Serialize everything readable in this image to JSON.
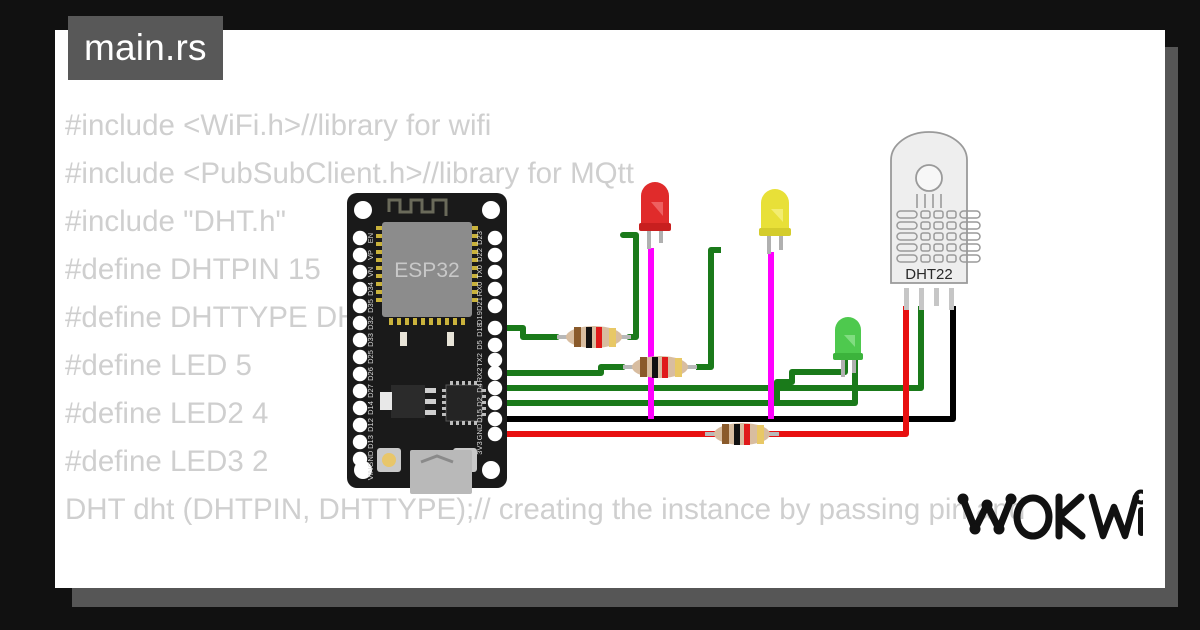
{
  "window": {
    "background_color": "#111111",
    "shadow_color": "#565656",
    "card_color": "#ffffff"
  },
  "file_tab": {
    "label": "main.rs",
    "background_color": "#585858",
    "text_color": "#ffffff"
  },
  "code": {
    "text_color": "#cfcfcf",
    "lines": [
      "#include <WiFi.h>//library for wifi",
      "#include <PubSubClient.h>//library for MQtt",
      "#include \"DHT.h\"",
      "#define DHTPIN 15",
      "#define DHTTYPE DHT22",
      "#define LED 5",
      "#define LED2 4",
      "#define LED3 2",
      "DHT dht (DHTPIN, DHTTYPE);// creating the instance by passing pin and"
    ]
  },
  "board": {
    "name": "ESP32",
    "label_color": "#9a9a9a",
    "body_color": "#1a1a1a",
    "chip_color": "#8c8c8c",
    "pins_left": [
      "EN",
      "VP",
      "VN",
      "D34",
      "D35",
      "D32",
      "D33",
      "D25",
      "D26",
      "D27",
      "D14",
      "D12",
      "D13",
      "GND",
      "VIN"
    ],
    "pins_right": [
      "D23",
      "D22",
      "TX0",
      "RX0",
      "D21",
      "D19",
      "D18",
      "D5",
      "TX2",
      "RX2",
      "D4",
      "D2",
      "D15",
      "GND",
      "3V3"
    ]
  },
  "sensor": {
    "name": "DHT22",
    "body_color": "#eeeeee",
    "outline_color": "#9a9a9a",
    "pin_count": 4
  },
  "leds": [
    {
      "name": "led-red",
      "color": "#e02b2b",
      "label": "red"
    },
    {
      "name": "led-yellow",
      "color": "#e8e038",
      "label": "yellow"
    },
    {
      "name": "led-green",
      "color": "#4ec94e",
      "label": "green"
    }
  ],
  "resistors": [
    {
      "name": "resistor-1",
      "bands": [
        "brown",
        "black",
        "red",
        "gold"
      ]
    },
    {
      "name": "resistor-2",
      "bands": [
        "brown",
        "black",
        "red",
        "gold"
      ]
    },
    {
      "name": "resistor-3",
      "bands": [
        "brown",
        "black",
        "red",
        "gold"
      ]
    }
  ],
  "wires": {
    "signal_color": "#1a7a1a",
    "ground_color": "#000000",
    "power_color": "#e81010",
    "cathode_color": "#ff00ff"
  },
  "logo": {
    "text": "WOKWI",
    "color": "#111111"
  }
}
